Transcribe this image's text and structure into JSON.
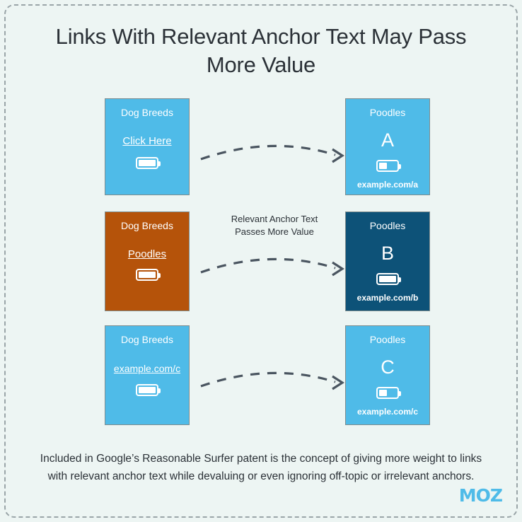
{
  "title": "Links With Relevant Anchor Text May Pass More Value",
  "colors": {
    "background": "#edf5f3",
    "light_blue": "#4fbbe8",
    "orange": "#b5530a",
    "dark_blue": "#0d5278",
    "text": "#2b3137",
    "border": "#7f8c8d",
    "dash": "#9aa5a8",
    "moz_blue": "#4fbbe8"
  },
  "rows": [
    {
      "source": {
        "title": "Dog Breeds",
        "link_text": "Click Here",
        "icon": "battery-icon",
        "battery_fill_percent": 100,
        "color": "#4fbbe8"
      },
      "arrow": {
        "icon": "dashed-curved-arrow-icon",
        "label": ""
      },
      "target": {
        "title": "Poodles",
        "letter": "A",
        "icon": "battery-icon",
        "battery_fill_percent": 45,
        "url": "example.com/a",
        "color": "#4fbbe8"
      }
    },
    {
      "source": {
        "title": "Dog Breeds",
        "link_text": "Poodles",
        "icon": "battery-icon",
        "battery_fill_percent": 100,
        "color": "#b5530a"
      },
      "arrow": {
        "icon": "dashed-curved-arrow-icon",
        "label": "Relevant Anchor Text Passes More Value",
        "label_line_1": "Relevant Anchor Text",
        "label_line_2": "Passes More Value"
      },
      "target": {
        "title": "Poodles",
        "letter": "B",
        "icon": "battery-icon",
        "battery_fill_percent": 100,
        "url": "example.com/b",
        "color": "#0d5278"
      }
    },
    {
      "source": {
        "title": "Dog Breeds",
        "link_text": "example.com/c",
        "icon": "battery-icon",
        "battery_fill_percent": 100,
        "color": "#4fbbe8"
      },
      "arrow": {
        "icon": "dashed-curved-arrow-icon",
        "label": ""
      },
      "target": {
        "title": "Poodles",
        "letter": "C",
        "icon": "battery-icon",
        "battery_fill_percent": 45,
        "url": "example.com/c",
        "color": "#4fbbe8"
      }
    }
  ],
  "caption": "Included in Google’s Reasonable Surfer patent is the concept of giving more weight to links with relevant anchor text while devaluing or even ignoring off-topic or irrelevant anchors.",
  "logo": {
    "text": "MOZ"
  }
}
